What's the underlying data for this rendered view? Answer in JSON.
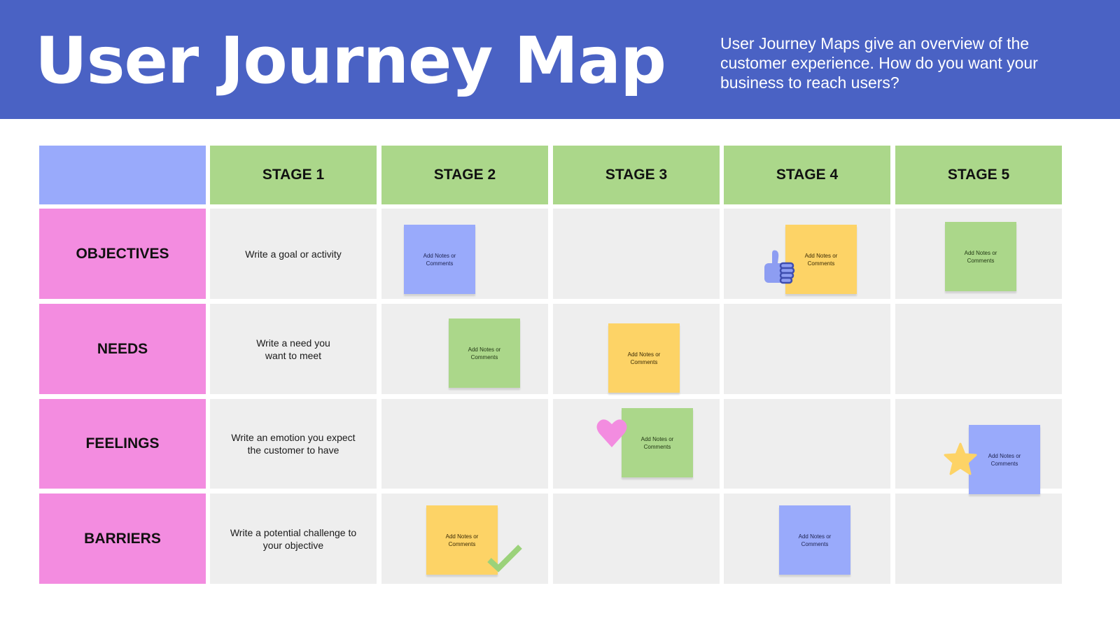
{
  "header": {
    "title": "User Journey Map",
    "subtitle": "User Journey Maps give an overview of the customer experience. How do you want your business to reach users?"
  },
  "colors": {
    "header_bg": "#4A62C4",
    "corner": "#99AAFB",
    "stage_header": "#ABD78A",
    "row_header": "#F38CE0",
    "cell_bg": "#EEEEEE",
    "note_blue": "#99AAFB",
    "note_green": "#ABD78A",
    "note_yellow": "#FDD366"
  },
  "grid": {
    "stages": [
      "STAGE 1",
      "STAGE 2",
      "STAGE 3",
      "STAGE 4",
      "STAGE 5"
    ],
    "rows": [
      {
        "label": "OBJECTIVES",
        "stage1_text": "Write a goal or activity"
      },
      {
        "label": "NEEDS",
        "stage1_text": "Write a need you want to meet"
      },
      {
        "label": "FEELINGS",
        "stage1_text": "Write an emotion you expect the customer to have"
      },
      {
        "label": "BARRIERS",
        "stage1_text": "Write a potential challenge to your objective"
      }
    ]
  },
  "notes": [
    {
      "row": "OBJECTIVES",
      "stage": "STAGE 2",
      "color": "blue",
      "text": "Add Notes or Comments"
    },
    {
      "row": "OBJECTIVES",
      "stage": "STAGE 4",
      "color": "yellow",
      "text": "Add Notes or Comments",
      "icon": "thumbs-up-icon"
    },
    {
      "row": "OBJECTIVES",
      "stage": "STAGE 5",
      "color": "green",
      "text": "Add Notes or Comments"
    },
    {
      "row": "NEEDS",
      "stage": "STAGE 2",
      "color": "green",
      "text": "Add Notes or Comments"
    },
    {
      "row": "NEEDS",
      "stage": "STAGE 3",
      "color": "yellow",
      "text": "Add Notes or Comments"
    },
    {
      "row": "FEELINGS",
      "stage": "STAGE 3",
      "color": "green",
      "text": "Add Notes or Comments",
      "icon": "heart-icon"
    },
    {
      "row": "FEELINGS",
      "stage": "STAGE 5",
      "color": "blue",
      "text": "Add Notes or Comments",
      "icon": "star-icon"
    },
    {
      "row": "BARRIERS",
      "stage": "STAGE 2",
      "color": "yellow",
      "text": "Add Notes or Comments",
      "icon": "checkmark-icon"
    },
    {
      "row": "BARRIERS",
      "stage": "STAGE 4",
      "color": "blue",
      "text": "Add Notes or Comments"
    }
  ]
}
